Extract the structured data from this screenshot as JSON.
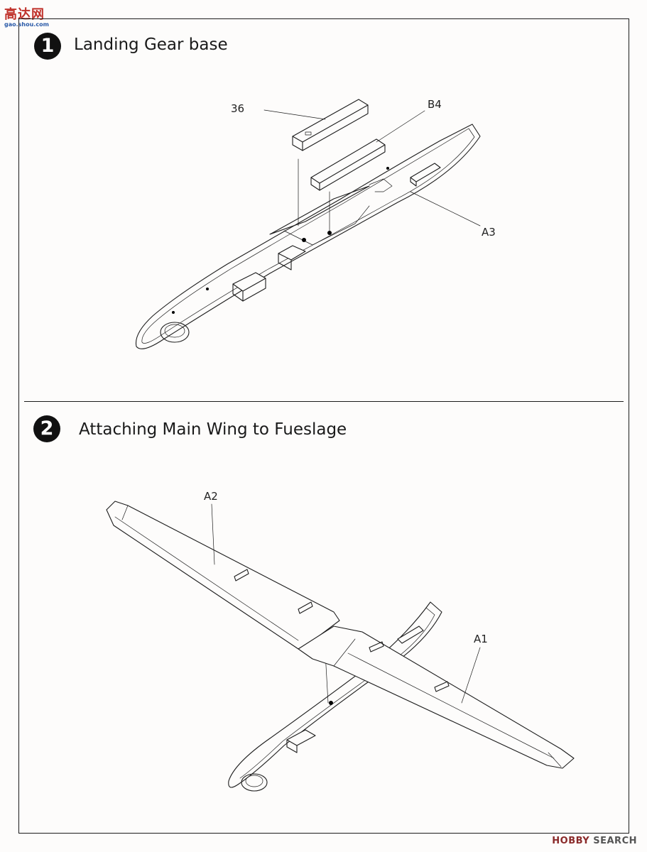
{
  "watermark": {
    "site_chars": "高达网",
    "site_url": "gao.shou.com",
    "brand_hobby": "HOBBY",
    "brand_search": "SEARCH"
  },
  "steps": [
    {
      "number": "1",
      "title": "Landing Gear base",
      "parts": [
        "36",
        "B4",
        "A3"
      ]
    },
    {
      "number": "2",
      "title": "Attaching Main Wing to Fueslage",
      "parts": [
        "A2",
        "A1"
      ]
    }
  ],
  "icons": [
    "fuselage-half-drawing",
    "main-wing-drawing",
    "landing-gear-base-part-drawing"
  ]
}
